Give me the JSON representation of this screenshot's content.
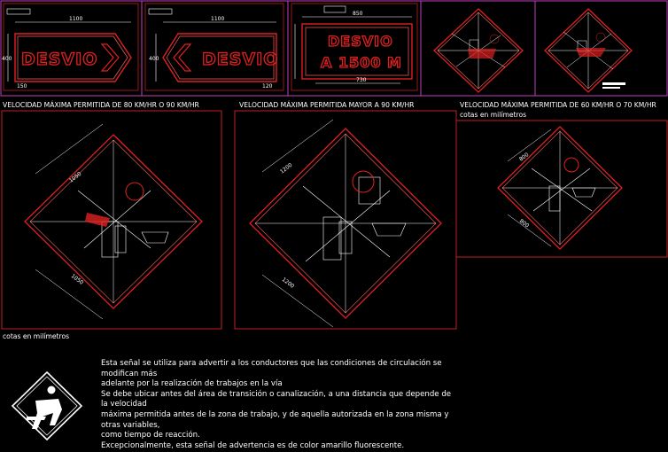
{
  "panels": {
    "top": {
      "sign1_text": "DESVIO",
      "sign2_text": "DESVIO",
      "sign3_line1": "DESVIO",
      "sign3_line2": "A 1500 M",
      "dim_1100": "1100",
      "dim_400": "400",
      "dim_850": "850",
      "dim_730": "730",
      "dim_150": "150",
      "dim_120": "120"
    },
    "bottom_left": {
      "title": "VELOCIDAD MÁXIMA PERMITIDA DE 80 KM/HR O 90 KM/HR",
      "dim_a": "1050",
      "dim_b": "1050"
    },
    "bottom_mid": {
      "title": "VELOCIDAD MÁXIMA PERMITIDA MAYOR A 90 KM/HR",
      "dim_a": "1200",
      "dim_b": "1200"
    },
    "bottom_right": {
      "title": "VELOCIDAD MÁXIMA PERMITIDA DE 60 KM/HR O 70 KM/HR",
      "subtitle": "cotas en milímetros",
      "dim_a": "800",
      "dim_b": "800"
    }
  },
  "units_note": "cotas en milímetros",
  "description": [
    "Esta señal se utiliza para advertir a los conductores que las condiciones de circulación se",
    "modifican más",
    "adelante por la realización de trabajos en la vía",
    "Se debe ubicar antes del área de transición o canalización, a una distancia que depende de",
    "la velocidad",
    "máxima permitida antes de la zona de trabajo, y de aquella autorizada en la zona misma y",
    "otras variables,",
    "como tiempo de reacción.",
    "Excepcionalmente, esta señal de advertencia es de color amarillo fluorescente."
  ],
  "colors": {
    "frame": "#c040c0",
    "panel": "#c02020",
    "sign": "#e02020",
    "dims": "#ffffff",
    "text_hatch": "#ffff00"
  }
}
